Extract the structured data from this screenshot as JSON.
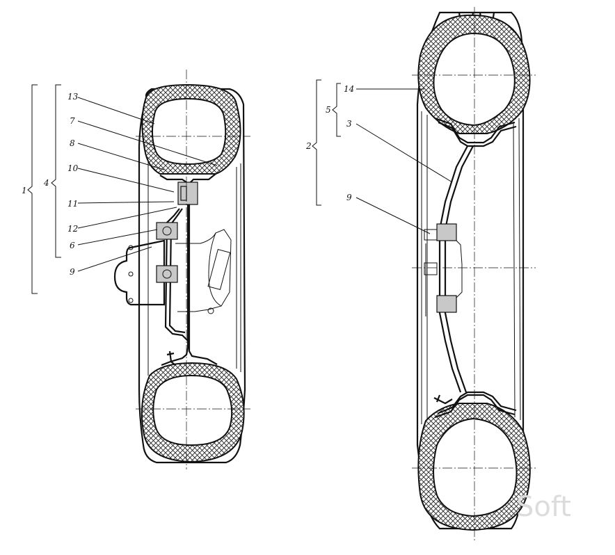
{
  "labels": {
    "l1": "1",
    "l2": "2",
    "l3": "3",
    "l4": "4",
    "l5": "5",
    "l6": "6",
    "l7": "7",
    "l8": "8",
    "l9a": "9",
    "l9b": "9",
    "l10": "10",
    "l11": "11",
    "l12": "12",
    "l13": "13",
    "l14": "14"
  },
  "watermark": "Soft"
}
